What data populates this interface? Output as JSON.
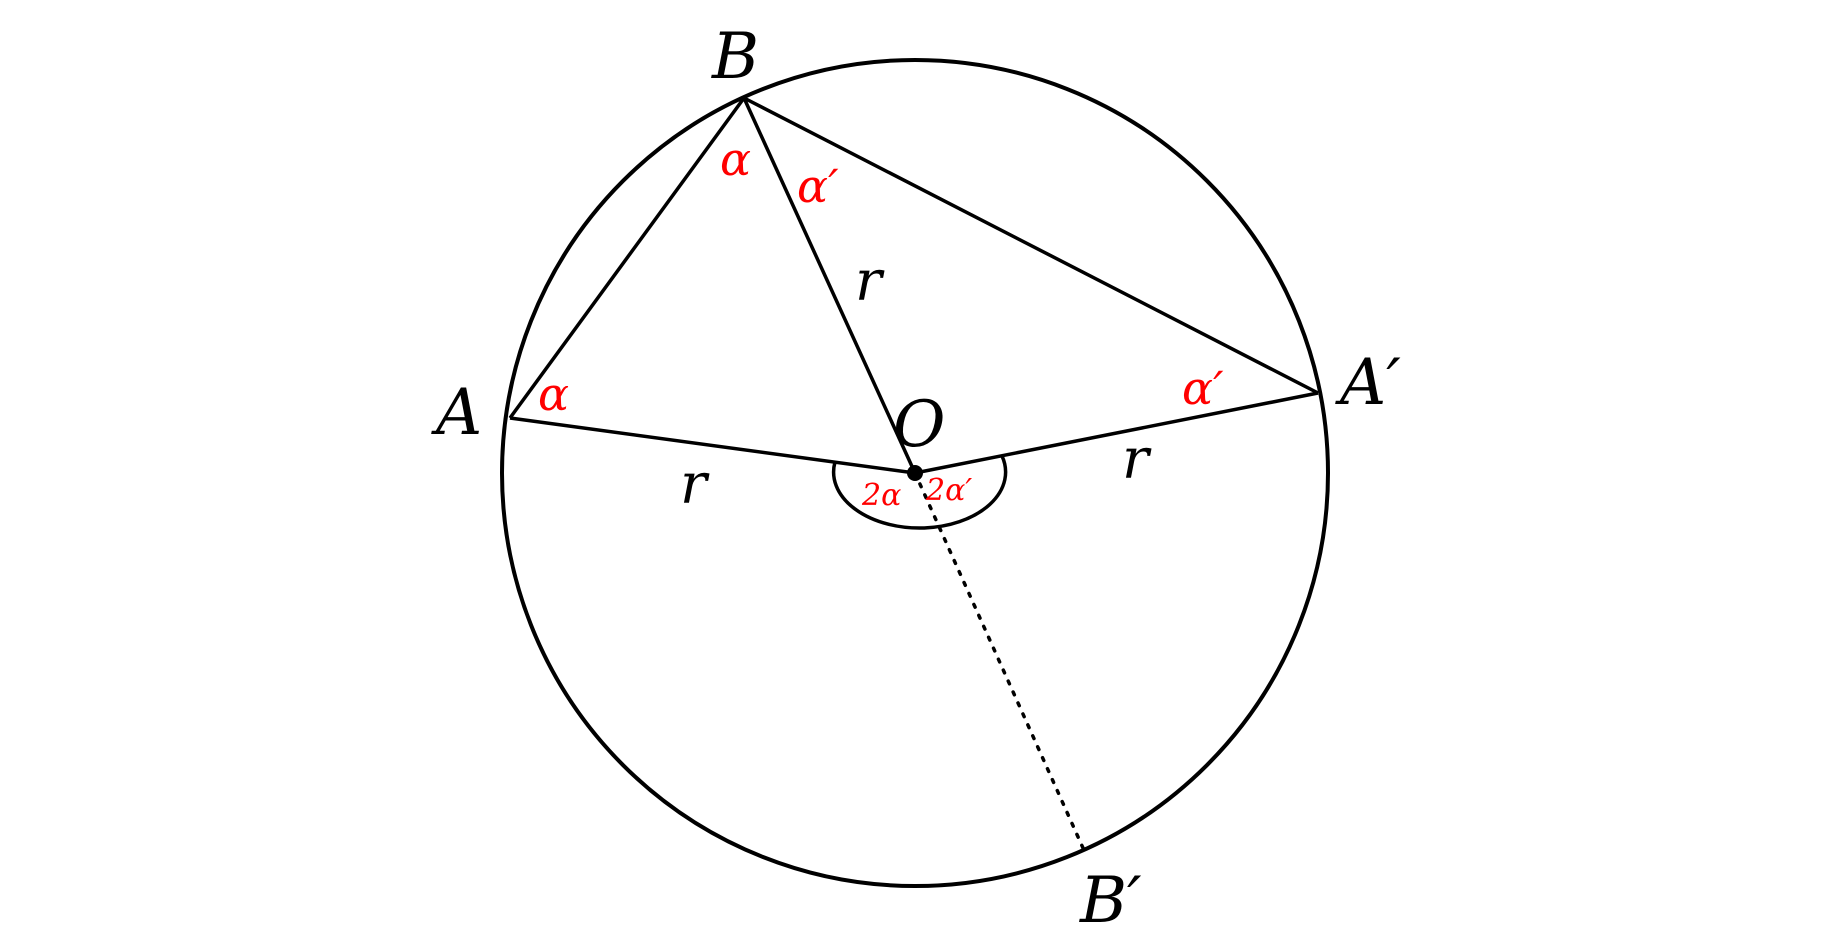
{
  "colors": {
    "ink": "#000000",
    "angle": "#ff0000"
  },
  "points": {
    "A": "A",
    "B": "B",
    "O": "O",
    "A_prime": "A′",
    "B_prime": "B′"
  },
  "lengths": {
    "OB": "r",
    "OA": "r",
    "OA_prime": "r"
  },
  "angles": {
    "at_B_left": "α",
    "at_B_right": "α′",
    "at_A": "α",
    "at_A_prime": "α′",
    "at_O_left": "2α",
    "at_O_right": "2α′"
  }
}
